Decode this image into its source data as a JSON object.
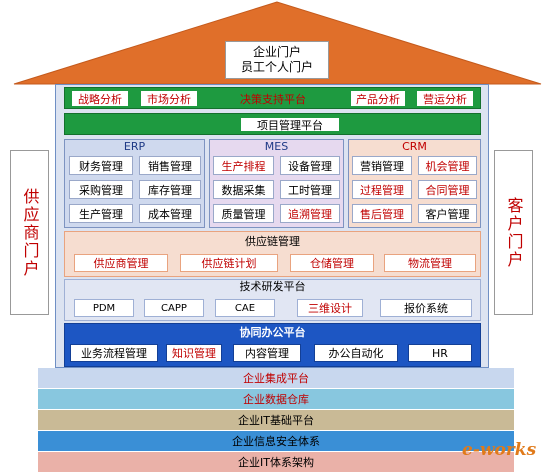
{
  "portal": {
    "line1": "企业门户",
    "line2": "员工个人门户"
  },
  "decision": {
    "title": "决策支持平台",
    "items": [
      "战略分析",
      "市场分析",
      "产品分析",
      "营运分析"
    ]
  },
  "project": {
    "title": "项目管理平台"
  },
  "erp": {
    "title": "ERP",
    "cells": [
      {
        "text": "财务管理",
        "color": "black"
      },
      {
        "text": "销售管理",
        "color": "black"
      },
      {
        "text": "采购管理",
        "color": "black"
      },
      {
        "text": "库存管理",
        "color": "black"
      },
      {
        "text": "生产管理",
        "color": "black"
      },
      {
        "text": "成本管理",
        "color": "black"
      }
    ]
  },
  "mes": {
    "title": "MES",
    "cells": [
      {
        "text": "生产排程",
        "color": "red"
      },
      {
        "text": "设备管理",
        "color": "black"
      },
      {
        "text": "数据采集",
        "color": "black"
      },
      {
        "text": "工时管理",
        "color": "black"
      },
      {
        "text": "质量管理",
        "color": "black"
      },
      {
        "text": "追溯管理",
        "color": "red"
      }
    ]
  },
  "crm": {
    "title": "CRM",
    "cells": [
      {
        "text": "营销管理",
        "color": "black"
      },
      {
        "text": "机会管理",
        "color": "red"
      },
      {
        "text": "过程管理",
        "color": "red"
      },
      {
        "text": "合同管理",
        "color": "red"
      },
      {
        "text": "售后管理",
        "color": "red"
      },
      {
        "text": "客户管理",
        "color": "black"
      }
    ]
  },
  "supply_chain": {
    "title": "供应链管理",
    "items": [
      "供应商管理",
      "供应链计划",
      "仓储管理",
      "物流管理"
    ]
  },
  "tech": {
    "title": "技术研发平台",
    "items": [
      {
        "text": "PDM",
        "color": "black"
      },
      {
        "text": "CAPP",
        "color": "black"
      },
      {
        "text": "CAE",
        "color": "black"
      },
      {
        "text": "三维设计",
        "color": "red"
      },
      {
        "text": "报价系统",
        "color": "black"
      }
    ]
  },
  "office": {
    "title": "协同办公平台",
    "items": [
      {
        "text": "业务流程管理",
        "color": "black"
      },
      {
        "text": "知识管理",
        "color": "red"
      },
      {
        "text": "内容管理",
        "color": "black"
      },
      {
        "text": "办公自动化",
        "color": "black"
      },
      {
        "text": "HR",
        "color": "black"
      }
    ]
  },
  "left_portal": "供应商门户",
  "right_portal": "客户门户",
  "bands": [
    {
      "text": "企业集成平台",
      "bg": "#c8d7ee",
      "color": "#c00000"
    },
    {
      "text": "企业数据仓库",
      "bg": "#88c7df",
      "color": "#c00000"
    },
    {
      "text": "企业IT基础平台",
      "bg": "#c9ba96",
      "color": "#000000"
    },
    {
      "text": "企业信息安全体系",
      "bg": "#3a8fd6",
      "color": "#000000"
    },
    {
      "text": "企业IT体系架构",
      "bg": "#eab1a8",
      "color": "#000000"
    }
  ],
  "watermark": "e-works"
}
